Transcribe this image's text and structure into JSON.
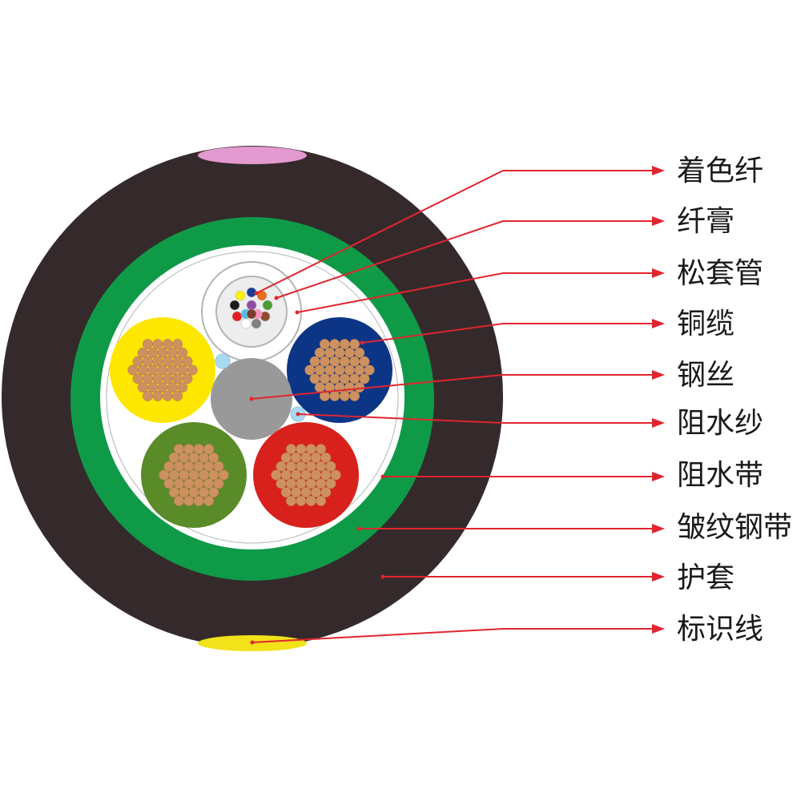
{
  "labels": [
    {
      "id": "colored-fiber",
      "text": "着色纤"
    },
    {
      "id": "fiber-gel",
      "text": "纤膏"
    },
    {
      "id": "loose-tube",
      "text": "松套管"
    },
    {
      "id": "copper-cable",
      "text": "铜缆"
    },
    {
      "id": "steel-wire",
      "text": "钢丝"
    },
    {
      "id": "water-blocking-yarn",
      "text": "阻水纱"
    },
    {
      "id": "water-blocking-tape",
      "text": "阻水带"
    },
    {
      "id": "corrugated-steel-tape",
      "text": "皱纹钢带"
    },
    {
      "id": "outer-sheath",
      "text": "护套"
    },
    {
      "id": "marker-stripe",
      "text": "标识线"
    }
  ],
  "colors": {
    "sheath": "#352a2b",
    "armor": "#0f9a48",
    "core_fill": "#ffffff",
    "core_outline": "#b4b4b4",
    "leader": "#e0252f",
    "label_text": "#1a1a1a",
    "stripe_top": "#e39ad0",
    "stripe_bottom": "#f2e21a",
    "steel_wire": "#999999",
    "yarn": "#a9d8f2",
    "strand": "#cd9160",
    "insulation_yellow": "#fde600",
    "insulation_blue": "#0c3586",
    "insulation_green": "#5a8b29",
    "insulation_red": "#d8211c"
  },
  "fiber_colors": [
    "#1b3c97",
    "#ee6a15",
    "#4b9a35",
    "#8e4d2e",
    "#808080",
    "#ffffff",
    "#e31c23",
    "#1a1a1a",
    "#fff100",
    "#8e4da0",
    "#ff8fbf",
    "#48c2ec",
    "#7a3a2a"
  ]
}
